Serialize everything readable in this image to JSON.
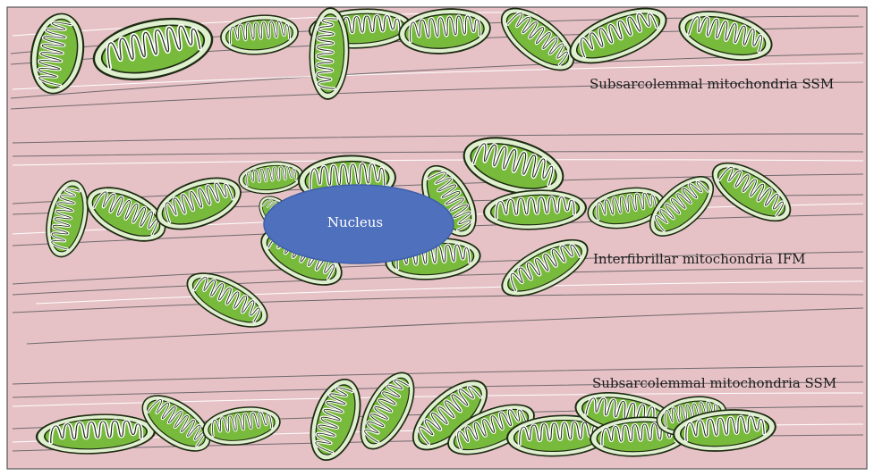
{
  "labels": {
    "ssm_top": "Subsarcolemmal mitochondria SSM",
    "ifm": "Interfibrillar mitochondria IFM",
    "ssm_bottom": "Subsarcolemmal mitochondria SSM",
    "nucleus": "Nucleus"
  },
  "colors": {
    "cytoplasm": "#e6c2c6",
    "frame": "#555555",
    "fiber_line": "#6f6a6d",
    "fiber_highlight": "#ffffff",
    "mito_outer": "#dff0cf",
    "mito_inner": "#78bb3c",
    "mito_matrix_dark": "#5aa32a",
    "mito_stroke": "#1d2a12",
    "nucleus_fill": "#4f70bd",
    "nucleus_stroke": "#3e5ea8"
  },
  "icons": {
    "organelle": "mitochondrion-icon",
    "nucleus": "nucleus-icon"
  }
}
